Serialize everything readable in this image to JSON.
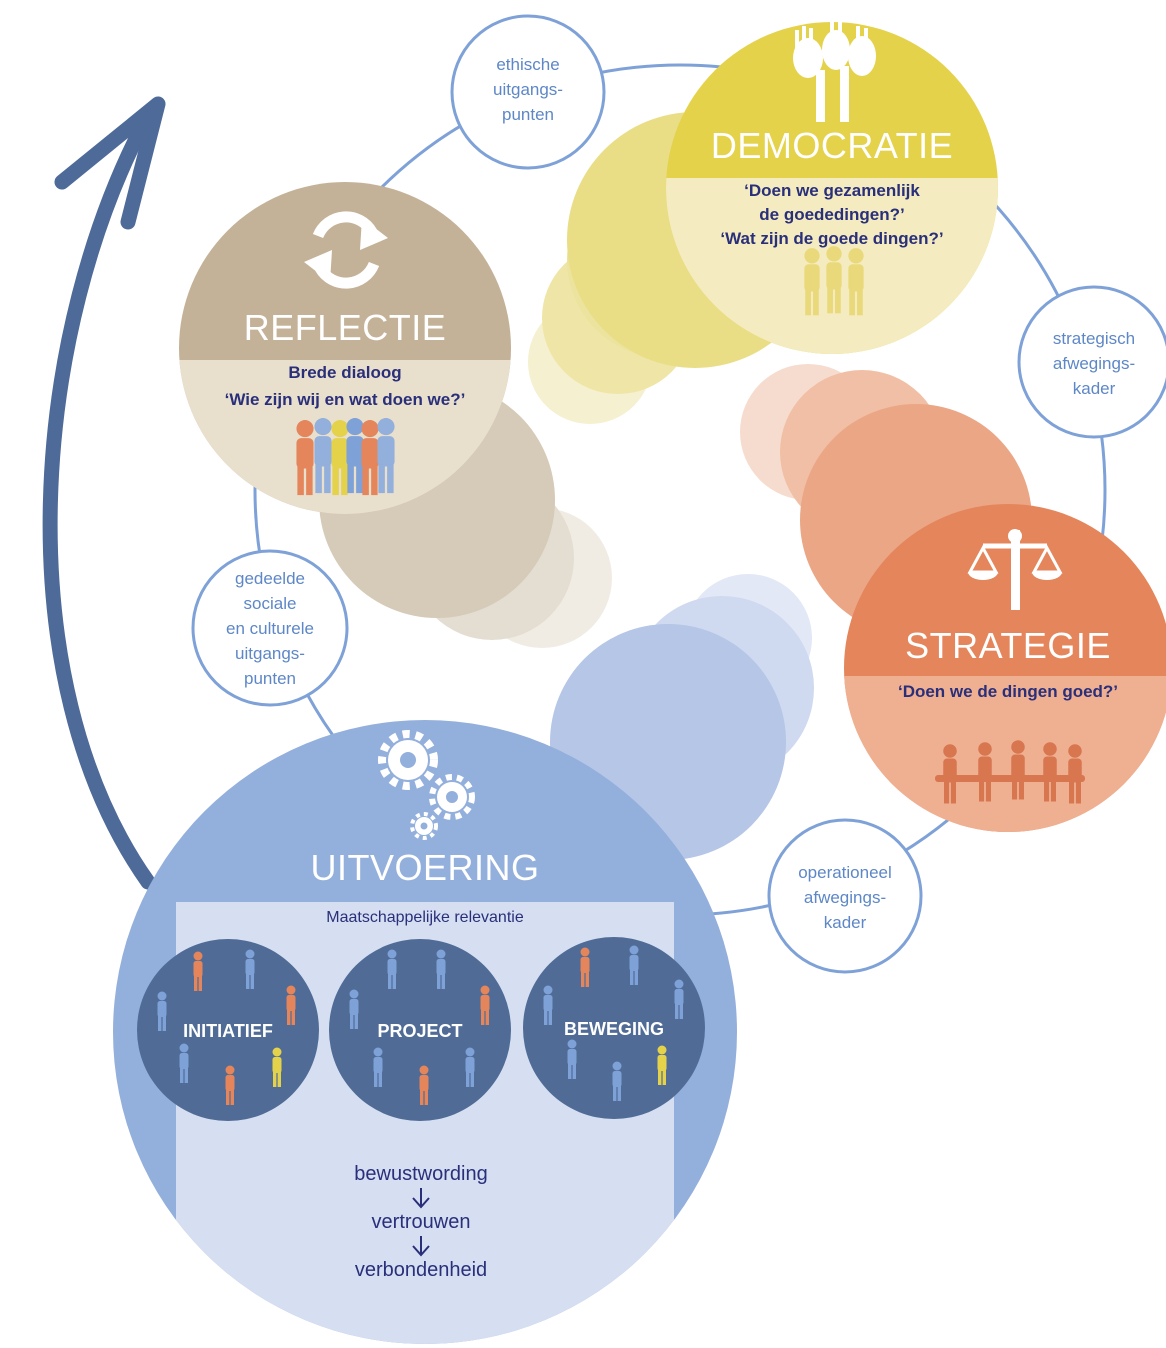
{
  "colors": {
    "reflectie": "#c4b298",
    "democratie": "#e4d24b",
    "strategie": "#e5855b",
    "uitvoering": "#93afdc",
    "uitvoering_inner": "#d6dff1",
    "inner_circles": "#4f6b96",
    "cycle_line": "#7ea1d7",
    "arrow": "#4d6a98",
    "navy_text": "#2a2f7a",
    "label_text": "#5d87c6"
  },
  "reflectie": {
    "title": "REFLECTIE",
    "line1": "Brede dialoog",
    "line2": "‘Wie zijn wij en wat doen we?’",
    "icon": "refresh-icon"
  },
  "democratie": {
    "title": "DEMOCRATIE",
    "line1": "‘Doen we gezamenlijk",
    "line2": "de goededingen?’",
    "line3": "‘Wat zijn de goede dingen?’",
    "icon": "raised-hands-icon"
  },
  "strategie": {
    "title": "STRATEGIE",
    "line1": "‘Doen we de dingen goed?’",
    "icon": "scales-icon"
  },
  "uitvoering": {
    "title": "UITVOERING",
    "subtitle": "Maatschappelijke relevantie",
    "icon": "gears-icon",
    "circles": [
      "INITIATIEF",
      "PROJECT",
      "BEWEGING"
    ],
    "flow": [
      "bewustwording",
      "vertrouwen",
      "verbondenheid"
    ]
  },
  "labels": {
    "ethische": [
      "ethische",
      "uitgangs-",
      "punten"
    ],
    "strategisch": [
      "strategisch",
      "afwegings-",
      "kader"
    ],
    "operationeel": [
      "operationeel",
      "afwegings-",
      "kader"
    ],
    "gedeelde": [
      "gedeelde",
      "sociale",
      "en culturele",
      "uitgangs-",
      "punten"
    ]
  }
}
